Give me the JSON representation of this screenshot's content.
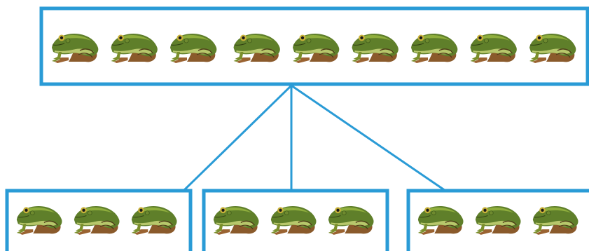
{
  "diagram": {
    "colors": {
      "box_border": "#2a9bd6",
      "connector": "#2a9bd6",
      "background": "#ffffff"
    },
    "total_group": {
      "count": 9,
      "item_icon": "frog-icon"
    },
    "sub_groups": [
      {
        "count": 3,
        "item_icon": "frog-icon"
      },
      {
        "count": 3,
        "item_icon": "frog-icon"
      },
      {
        "count": 3,
        "item_icon": "frog-icon"
      }
    ]
  }
}
